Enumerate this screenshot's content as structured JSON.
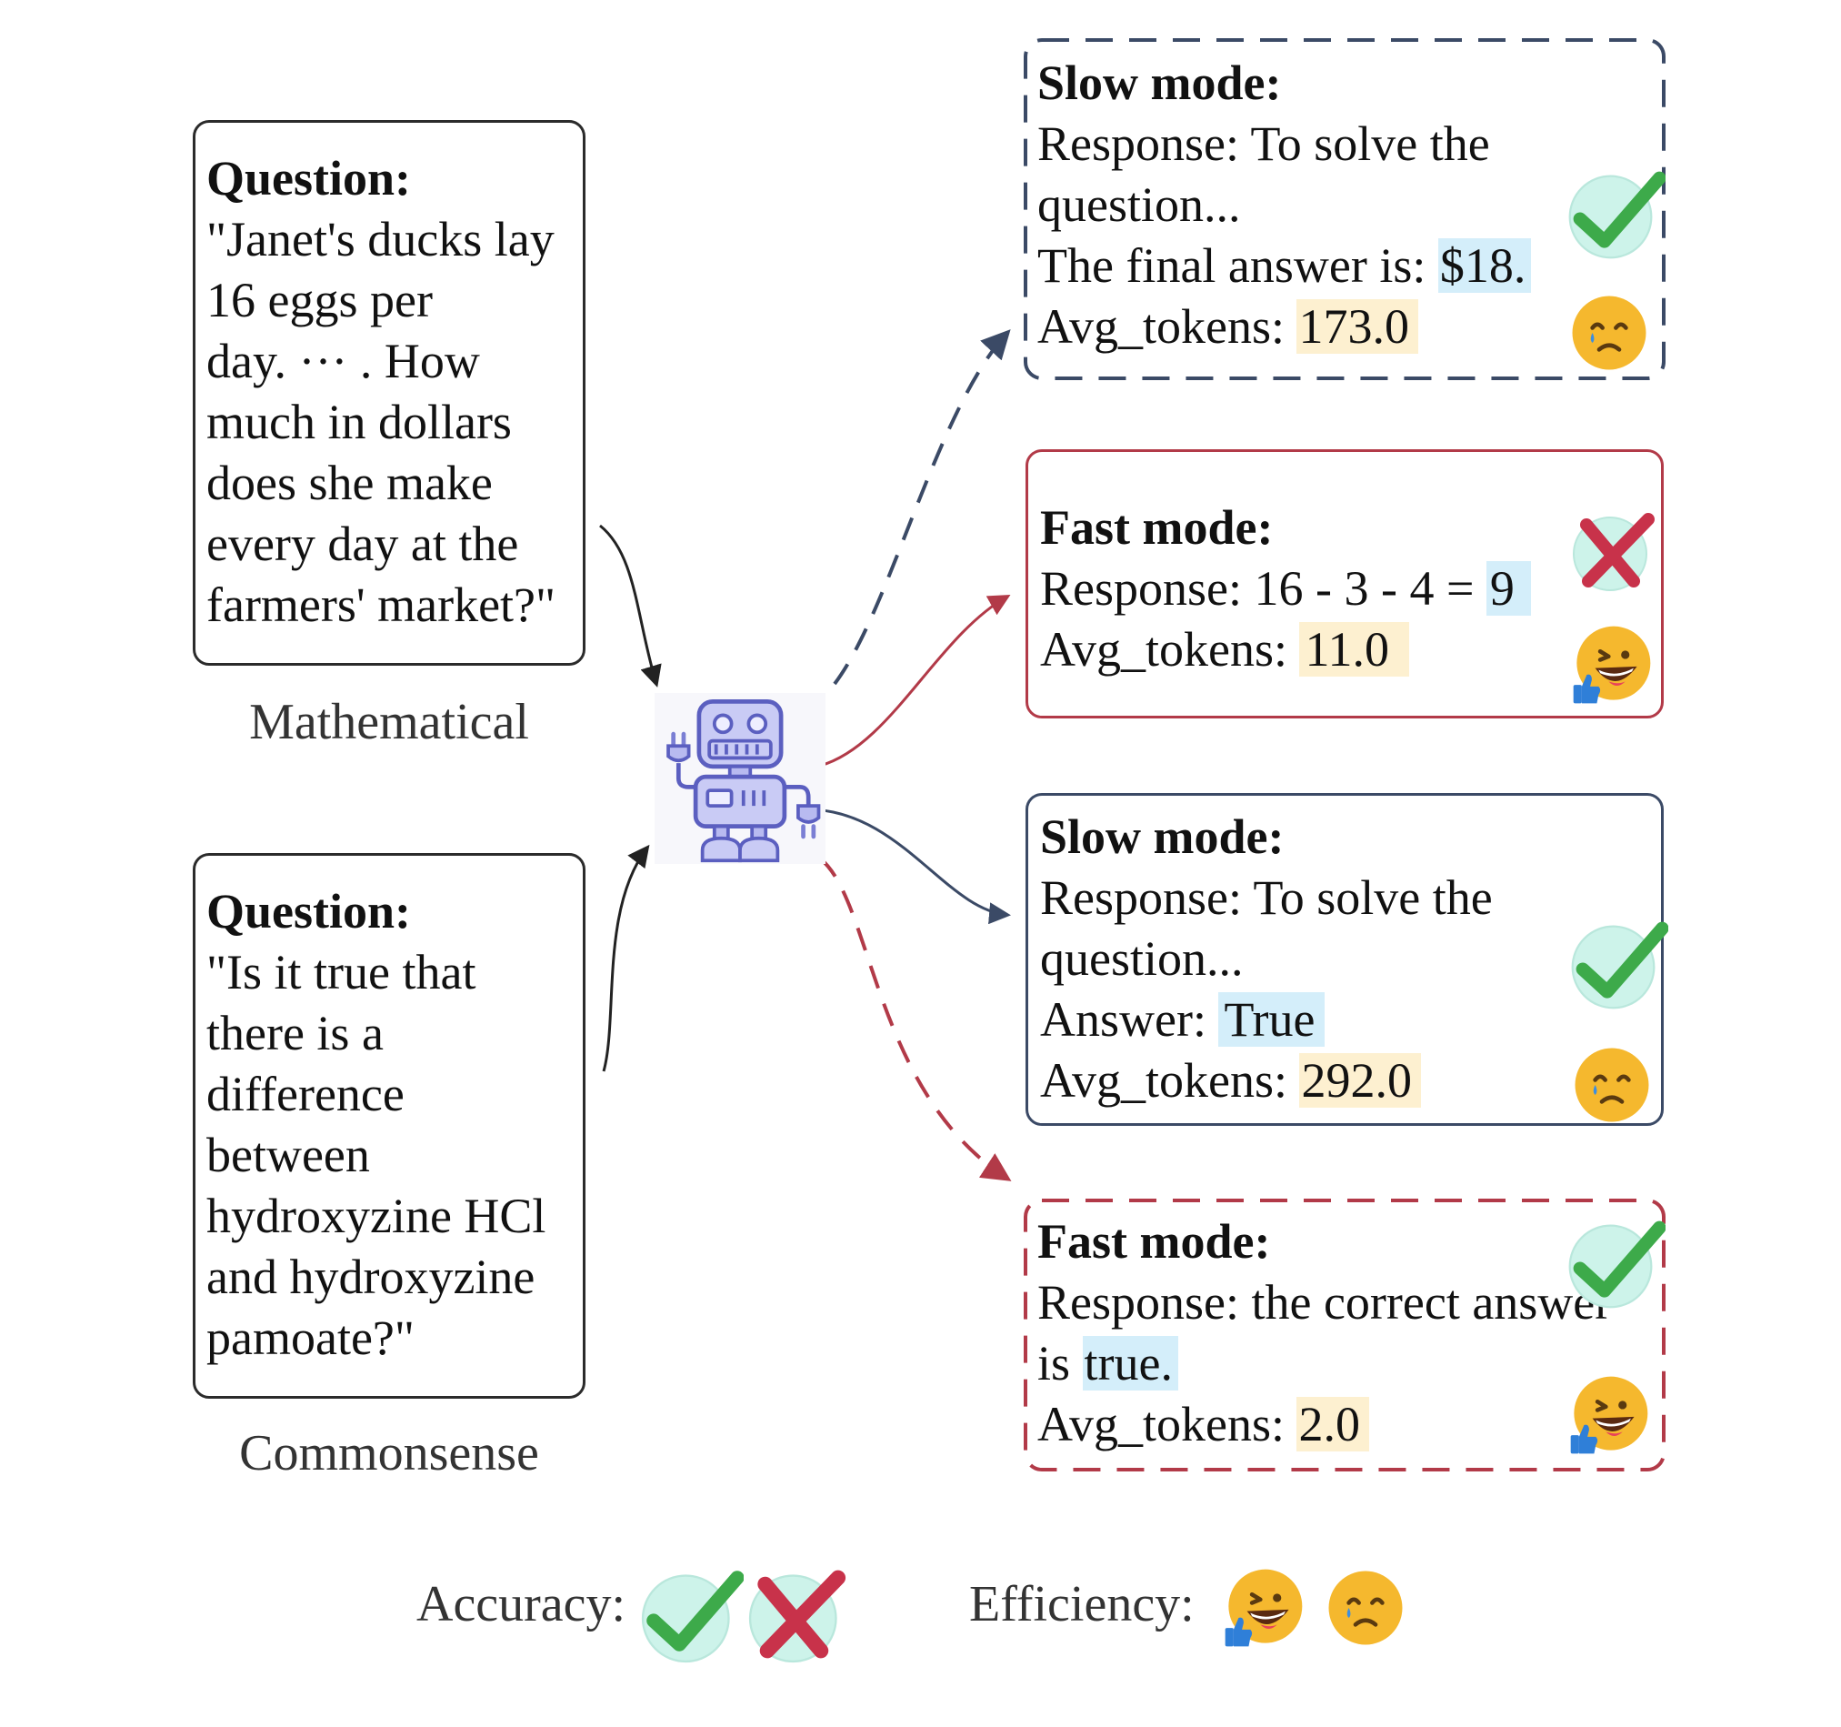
{
  "questions": [
    {
      "title": "Question:",
      "text": "\"Janet's ducks lay\n16 eggs per\nday. ··· . How\nmuch in dollars\ndoes she make\nevery day at the\nfarmers' market?\"",
      "category": "Mathematical"
    },
    {
      "title": "Question:",
      "text": "\"Is it true that\nthere is a\ndifference\nbetween\nhydroxyzine HCl\nand hydroxyzine\npamoate?\"",
      "category": "Commonsense"
    }
  ],
  "modes": [
    {
      "title": "Slow mode:",
      "lines": [
        "Response: To solve the",
        "question..."
      ],
      "answer_prefix": "The final answer is: ",
      "answer_value": "$18.",
      "tokens_label": "Avg_tokens: ",
      "tokens_value": "173.0",
      "accuracy_icon": "check-icon",
      "efficiency_icon": "sad-face-icon"
    },
    {
      "title": "Fast mode:",
      "lines": [],
      "answer_prefix": "Response: 16 - 3 - 4 = ",
      "answer_value": "9",
      "tokens_label": "Avg_tokens: ",
      "tokens_value": "11.0",
      "accuracy_icon": "cross-icon",
      "efficiency_icon": "happy-face-icon"
    },
    {
      "title": "Slow mode:",
      "lines": [
        "Response: To solve the",
        "question..."
      ],
      "answer_prefix": "Answer: ",
      "answer_value": "True",
      "tokens_label": "Avg_tokens: ",
      "tokens_value": "292.0",
      "accuracy_icon": "check-icon",
      "efficiency_icon": "sad-face-icon"
    },
    {
      "title": "Fast mode:",
      "lines": [
        "Response: the correct answer"
      ],
      "answer_prefix": "is ",
      "answer_value": "true.",
      "tokens_label": "Avg_tokens: ",
      "tokens_value": "2.0",
      "accuracy_icon": "check-icon",
      "efficiency_icon": "happy-face-icon"
    }
  ],
  "legend": {
    "accuracy_label": "Accuracy:",
    "efficiency_label": "Efficiency:"
  },
  "colors": {
    "navy": "#3b4a66",
    "red": "#b23a48",
    "highlight_blue": "#d4eefa",
    "highlight_yellow": "#fdf0d0",
    "check_green": "#3daa4a",
    "cross_red": "#c8324a",
    "emoji_yellow": "#f5b82e"
  }
}
